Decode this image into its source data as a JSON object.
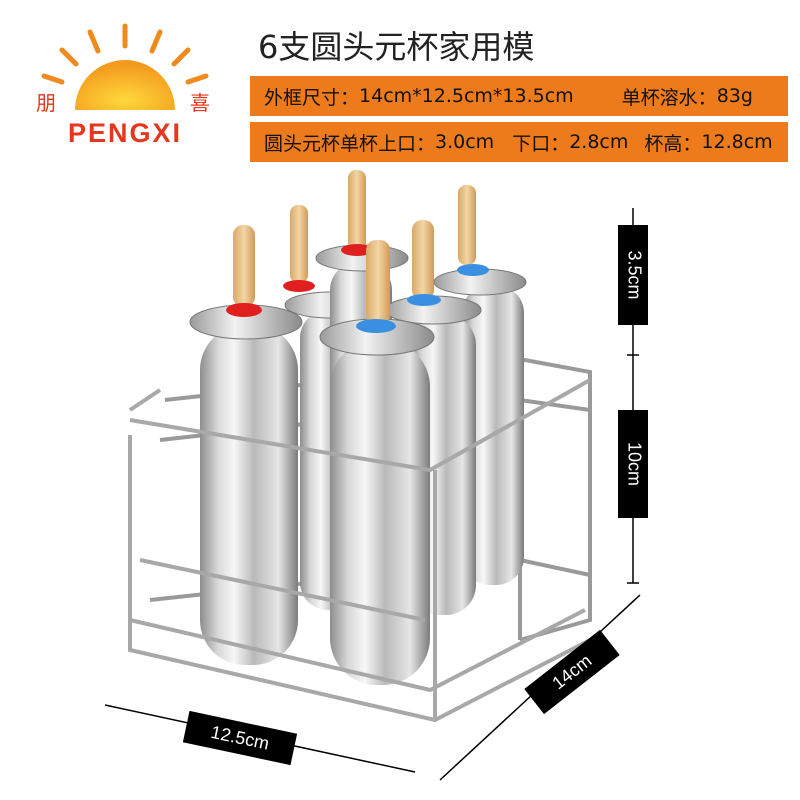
{
  "logo": {
    "left_char": "朋",
    "right_char": "喜",
    "brand": "PENGXI"
  },
  "title": "6支圆头元杯家用模",
  "specs": {
    "size_label": "外框尺寸：",
    "size_value": "14cm*12.5cm*13.5cm",
    "water_label": "单杯溶水：",
    "water_value": "83g",
    "cup_label": "圆头元杯单杯上口：",
    "cup_top": "3.0cm",
    "bottom_label": "下口：",
    "bottom_value": "2.8cm",
    "height_label": "杯高：",
    "height_value": "12.8cm"
  },
  "dimensions": {
    "top": "3.5cm",
    "mid": "10cm",
    "depth": "14cm",
    "width": "12.5cm"
  },
  "colors": {
    "orange": "#ed7a1b",
    "dim_box": "#000000",
    "red_ring": "#e0201f",
    "blue_ring": "#3a8fe0"
  }
}
